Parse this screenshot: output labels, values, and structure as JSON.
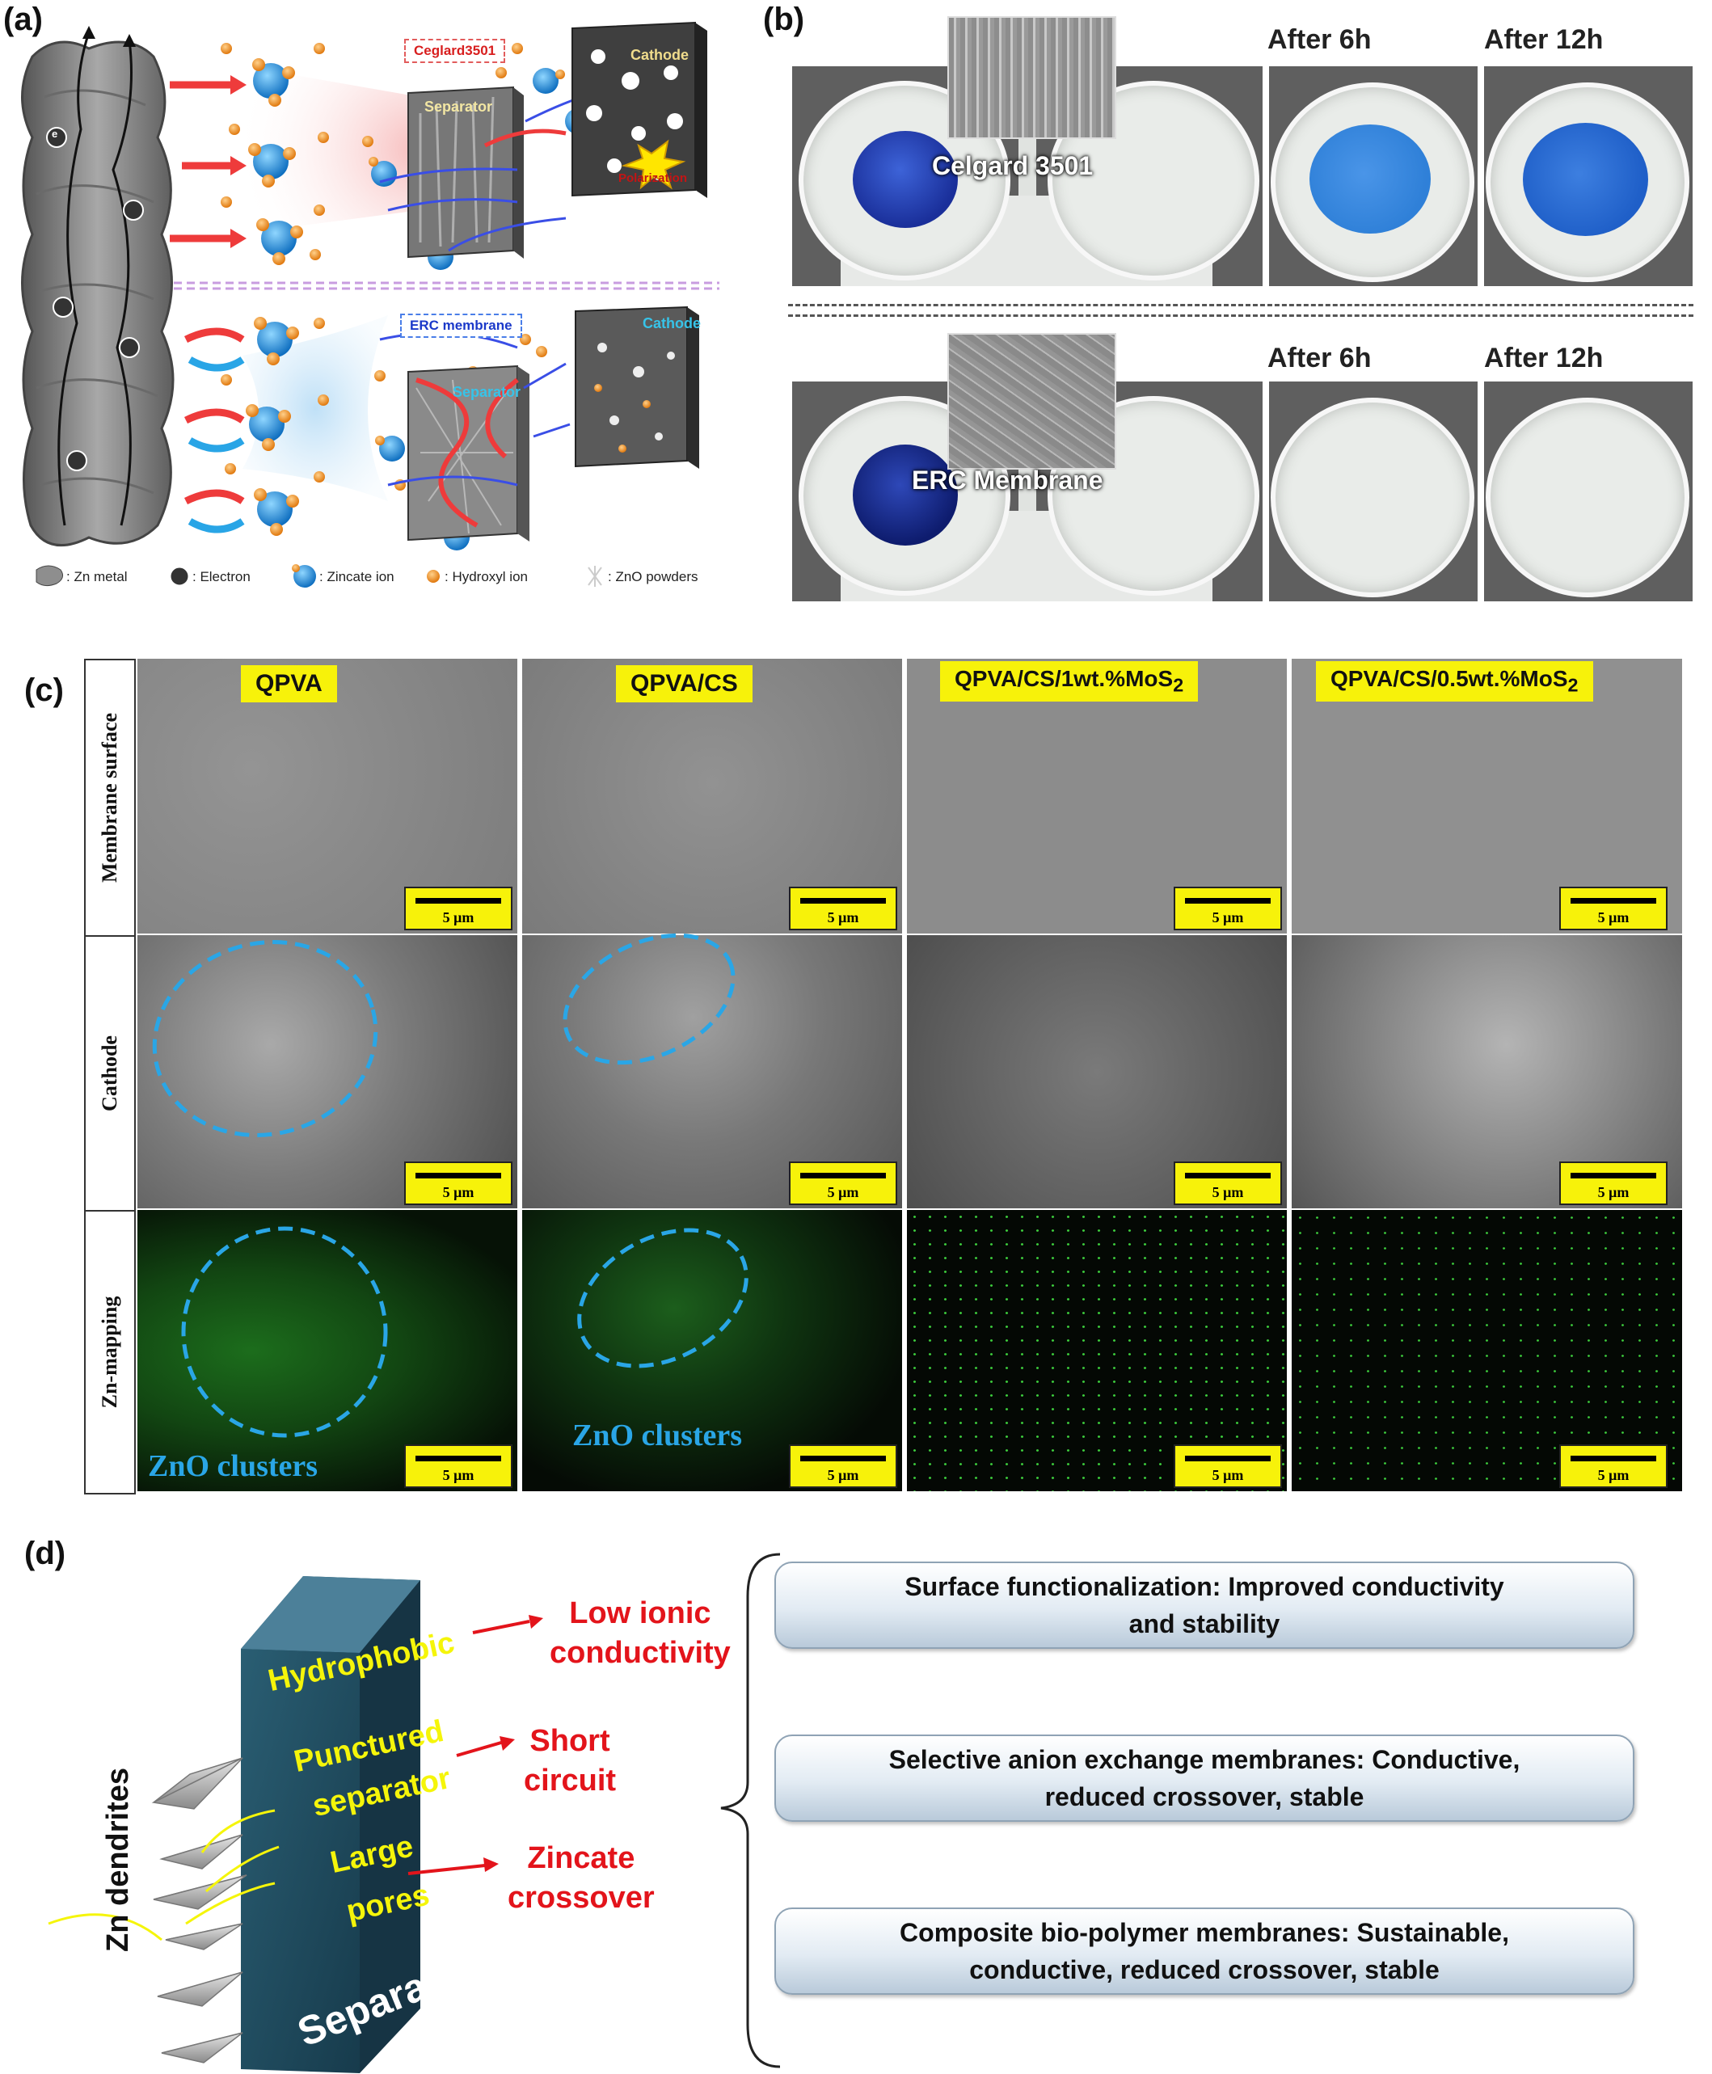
{
  "panel_a": {
    "label": "(a)",
    "top_tag": "Ceglard3501",
    "bottom_tag": "ERC membrane",
    "top_separator": "Separator",
    "top_cathode": "Cathode",
    "polarization": "Polarization",
    "bottom_separator": "Separator",
    "bottom_cathode": "Cathode",
    "electron_symbol": "e",
    "legend": [
      {
        "icon": "zn-metal-icon",
        "text": ": Zn metal"
      },
      {
        "icon": "electron-icon",
        "text": ": Electron"
      },
      {
        "icon": "zincate-ion-icon",
        "text": ": Zincate ion"
      },
      {
        "icon": "hydroxyl-ion-icon",
        "text": ": Hydroxyl ion"
      },
      {
        "icon": "zno-powder-icon",
        "text": ": ZnO powders"
      }
    ]
  },
  "panel_b": {
    "label": "(b)",
    "top_membrane": "Celgard 3501",
    "bottom_membrane": "ERC Membrane",
    "after_6h": "After 6h",
    "after_12h": "After 12h",
    "colors": {
      "blue_solution": "#1f3fa8",
      "light_blue": "#3a8fe0"
    }
  },
  "panel_c": {
    "label": "(c)",
    "row_labels": [
      "Membrane surface",
      "Cathode",
      "Zn-mapping"
    ],
    "columns": [
      {
        "base": "QPVA",
        "sub": ""
      },
      {
        "base": "QPVA/CS",
        "sub": ""
      },
      {
        "base": "QPVA/CS/1wt.%MoS",
        "sub": "2"
      },
      {
        "base": "QPVA/CS/0.5wt.%MoS",
        "sub": "2"
      }
    ],
    "scale": "5 μm",
    "cluster_label": "ZnO clusters",
    "colors": {
      "highlight": "#f7f20a",
      "cluster": "#2aa6e6",
      "zn_map": "#3ccc3c"
    }
  },
  "panel_d": {
    "label": "(d)",
    "dendrites": "Zn dendrites",
    "separator": "Separator",
    "hydrophobic": "Hydrophobic",
    "punctured": "Punctured",
    "separator_word": "separator",
    "large": "Large",
    "pores": "pores",
    "problems": [
      {
        "line1": "Low ionic",
        "line2": "conductivity"
      },
      {
        "line1": "Short",
        "line2": "circuit"
      },
      {
        "line1": "Zincate",
        "line2": "crossover"
      }
    ],
    "solutions": [
      {
        "line1": "Surface functionalization: Improved conductivity",
        "line2": "and stability"
      },
      {
        "line1": "Selective anion exchange membranes: Conductive,",
        "line2": "reduced crossover, stable"
      },
      {
        "line1": "Composite bio-polymer membranes: Sustainable,",
        "line2": "conductive, reduced crossover, stable"
      }
    ]
  }
}
